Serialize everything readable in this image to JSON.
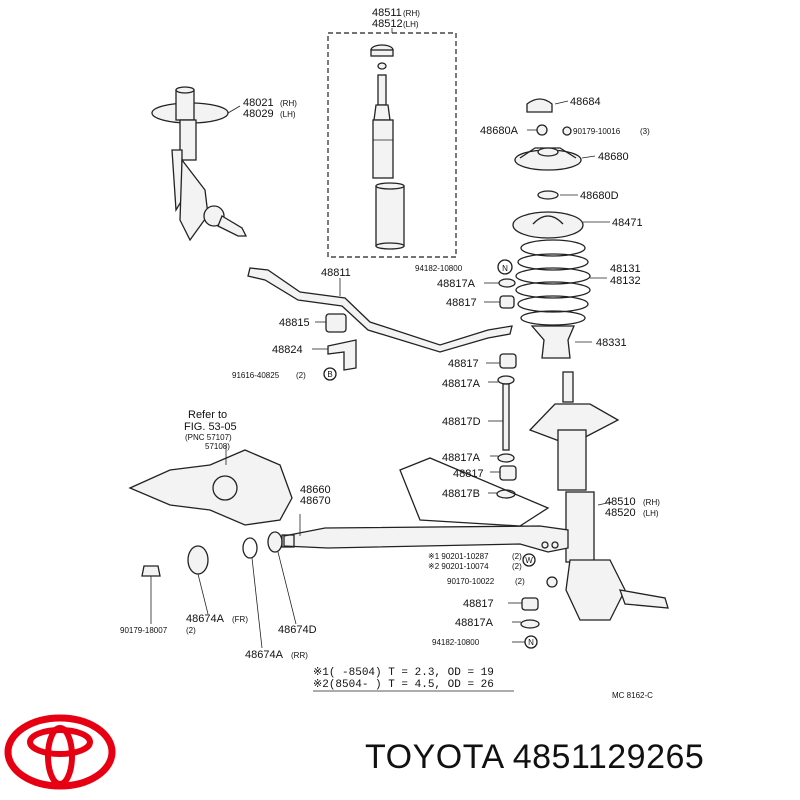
{
  "brand": {
    "name": "TOYOTA",
    "part_number": "4851129265",
    "logo_color": "#e60012"
  },
  "reference": {
    "line1": "Refer to",
    "line2": "FIG. 53-05",
    "line3": "(PNC 57107)",
    "line4": "57108)"
  },
  "labels": {
    "l48511": "48511",
    "l48511s": "(RH)",
    "l48512": "48512",
    "l48512s": "(LH)",
    "l48021": "48021",
    "l48021s": "(RH)",
    "l48029": "48029",
    "l48029s": "(LH)",
    "l48684": "48684",
    "l48680A": "48680A",
    "l90179a": "90179-10016",
    "l90179as": "(3)",
    "l48680": "48680",
    "l48680D": "48680D",
    "l48471": "48471",
    "l48811": "48811",
    "l94182a": "94182-10800",
    "l48131": "48131",
    "l48132": "48132",
    "l48817A_1": "48817A",
    "l48817_1": "48817",
    "l48815": "48815",
    "l48331": "48331",
    "l48824": "48824",
    "l48817_2": "48817",
    "l91616": "91616-40825",
    "l91616s": "(2)",
    "l48817A_2": "48817A",
    "l48817D": "48817D",
    "l48817A_3": "48817A",
    "l48817_3": "48817",
    "l48817B": "48817B",
    "l48660": "48660",
    "l48670": "48670",
    "l48510": "48510",
    "l48510s": "(RH)",
    "l48520": "48520",
    "l48520s": "(LH)",
    "l90201a": "※1 90201-10287",
    "l90201as": "(2)",
    "l90201b": "※2 90201-10074",
    "l90201bs": "(2)",
    "l90170": "90170-10022",
    "l90170s": "(2)",
    "l48817_4": "48817",
    "l48817A_4": "48817A",
    "l94182b": "94182-10800",
    "l90179b": "90179-18007",
    "l90179bs": "(2)",
    "l48674A_fr": "48674A",
    "l48674A_frs": "(FR)",
    "l48674D": "48674D",
    "l48674A_rr": "48674A",
    "l48674A_rrs": "(RR)",
    "note1": "※1(      -8504) T = 2.3, OD = 19",
    "note2": "※2(8504-      ) T = 4.5, OD = 26",
    "code": "MC 8162-C"
  },
  "icons": {
    "nut_symbol": "N",
    "washer_symbol": "W",
    "bolt_symbol": "B"
  }
}
